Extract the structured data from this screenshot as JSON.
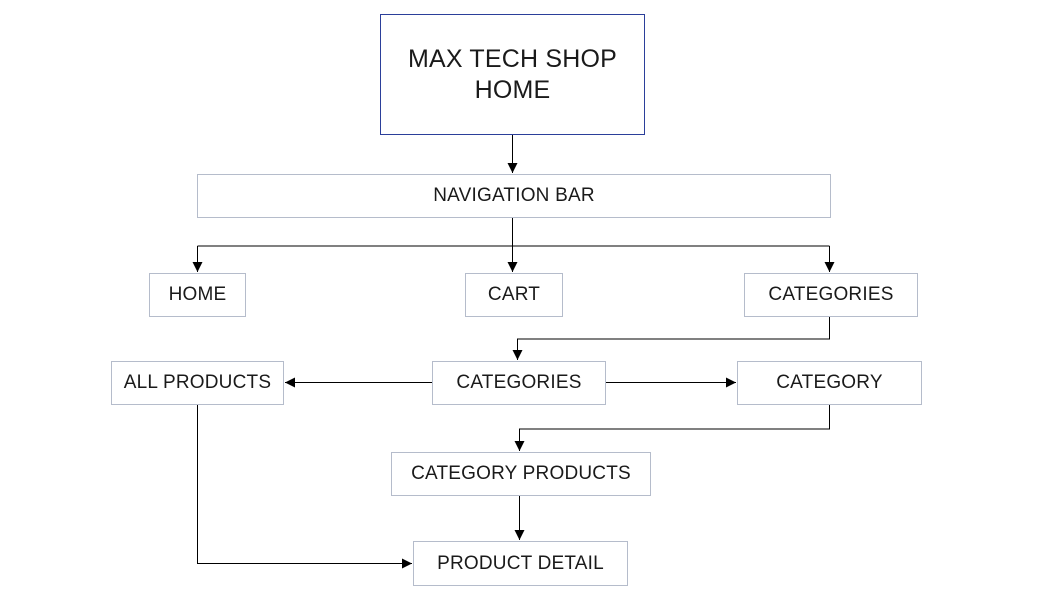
{
  "diagram": {
    "nodes": {
      "home_root": {
        "line1": "MAX TECH SHOP",
        "line2": "HOME"
      },
      "navigation_bar": "NAVIGATION BAR",
      "home": "HOME",
      "cart": "CART",
      "categories_top": "CATEGORIES",
      "all_products": "ALL PRODUCTS",
      "categories": "CATEGORIES",
      "category": "CATEGORY",
      "category_products": "CATEGORY PRODUCTS",
      "product_detail": "PRODUCT DETAIL"
    },
    "edges": [
      {
        "from": "home_root",
        "to": "navigation_bar"
      },
      {
        "from": "navigation_bar",
        "to": "home"
      },
      {
        "from": "navigation_bar",
        "to": "cart"
      },
      {
        "from": "navigation_bar",
        "to": "categories_top"
      },
      {
        "from": "categories_top",
        "to": "categories"
      },
      {
        "from": "categories",
        "to": "all_products"
      },
      {
        "from": "categories",
        "to": "category"
      },
      {
        "from": "category",
        "to": "category_products"
      },
      {
        "from": "category_products",
        "to": "product_detail"
      },
      {
        "from": "all_products",
        "to": "product_detail"
      }
    ],
    "colors": {
      "root_border": "#2b3f9a",
      "node_border": "#b5bccb",
      "line": "#000000"
    }
  }
}
